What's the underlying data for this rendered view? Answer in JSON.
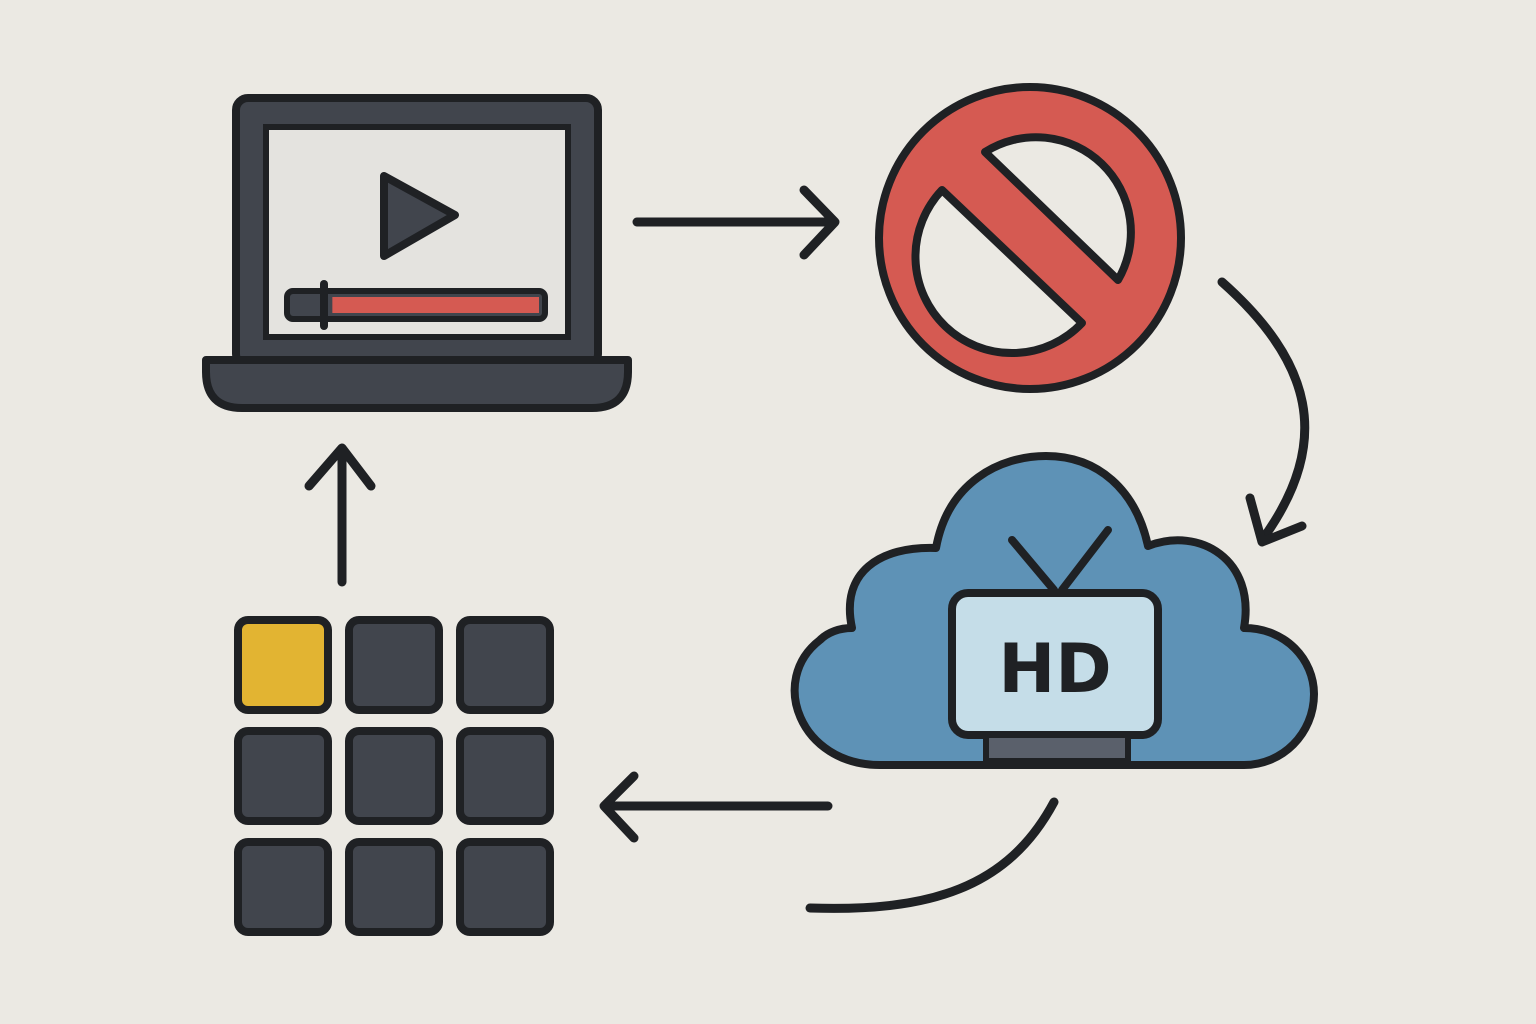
{
  "diagram": {
    "nodes": [
      {
        "id": "laptop",
        "icon": "laptop-video-player-icon"
      },
      {
        "id": "blocked",
        "icon": "prohibited-icon"
      },
      {
        "id": "hd-cloud",
        "icon": "cloud-hd-tv-icon",
        "label": "HD"
      },
      {
        "id": "grid",
        "icon": "tile-grid-icon",
        "highlighted_tile": 0
      }
    ],
    "edges": [
      {
        "from": "laptop",
        "to": "blocked",
        "style": "straight"
      },
      {
        "from": "blocked",
        "to": "hd-cloud",
        "style": "curved"
      },
      {
        "from": "hd-cloud",
        "to": "grid",
        "style": "straight"
      },
      {
        "from": "grid",
        "to": "laptop",
        "style": "straight"
      }
    ],
    "progress_fraction": 0.16
  },
  "colors": {
    "background": "#ebe9e3",
    "outline": "#1f2124",
    "dark_fill": "#41454d",
    "red": "#d55a52",
    "blue": "#5e92b6",
    "light_blue": "#c5dde8",
    "yellow": "#e2b432"
  }
}
